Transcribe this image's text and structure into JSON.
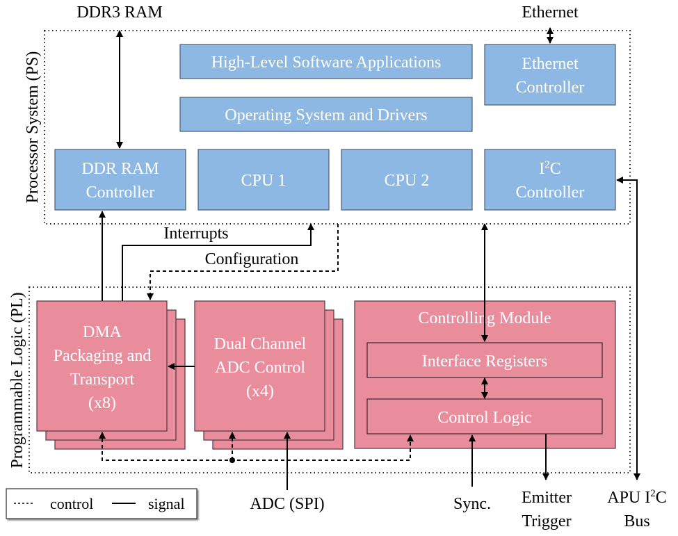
{
  "colors": {
    "ps_block": "#8db8e3",
    "pl_block": "#e98d9d",
    "line": "#000000"
  },
  "regions": {
    "ps_label": "Processor System (PS)",
    "pl_label": "Programmable Logic (PL)"
  },
  "ps_blocks": {
    "apps": "High-Level Software Applications",
    "os": "Operating System and Drivers",
    "ethernet_line1": "Ethernet",
    "ethernet_line2": "Controller",
    "ddr_line1": "DDR RAM",
    "ddr_line2": "Controller",
    "cpu1": "CPU 1",
    "cpu2": "CPU 2",
    "i2c_line1_main": "I",
    "i2c_line1_sup": "2",
    "i2c_line1_end": "C",
    "i2c_line2": "Controller"
  },
  "pl_blocks": {
    "dma_line1": "DMA",
    "dma_line2": "Packaging and",
    "dma_line3": "Transport",
    "dma_line4": "(x8)",
    "adc_line1": "Dual Channel",
    "adc_line2": "ADC Control",
    "adc_line3": "(x4)",
    "ctrl_module": "Controlling Module",
    "iface_regs": "Interface Registers",
    "ctrl_logic": "Control Logic"
  },
  "connections": {
    "interrupts": "Interrupts",
    "configuration": "Configuration"
  },
  "external": {
    "ddr3": "DDR3 RAM",
    "ethernet": "Ethernet",
    "adc_spi": "ADC (SPI)",
    "sync": "Sync.",
    "emitter_line1": "Emitter",
    "emitter_line2": "Trigger",
    "apu_line1_main": "APU I",
    "apu_line1_sup": "2",
    "apu_line1_end": "C",
    "apu_line2": "Bus"
  },
  "legend": {
    "control": "control",
    "signal": "signal"
  }
}
